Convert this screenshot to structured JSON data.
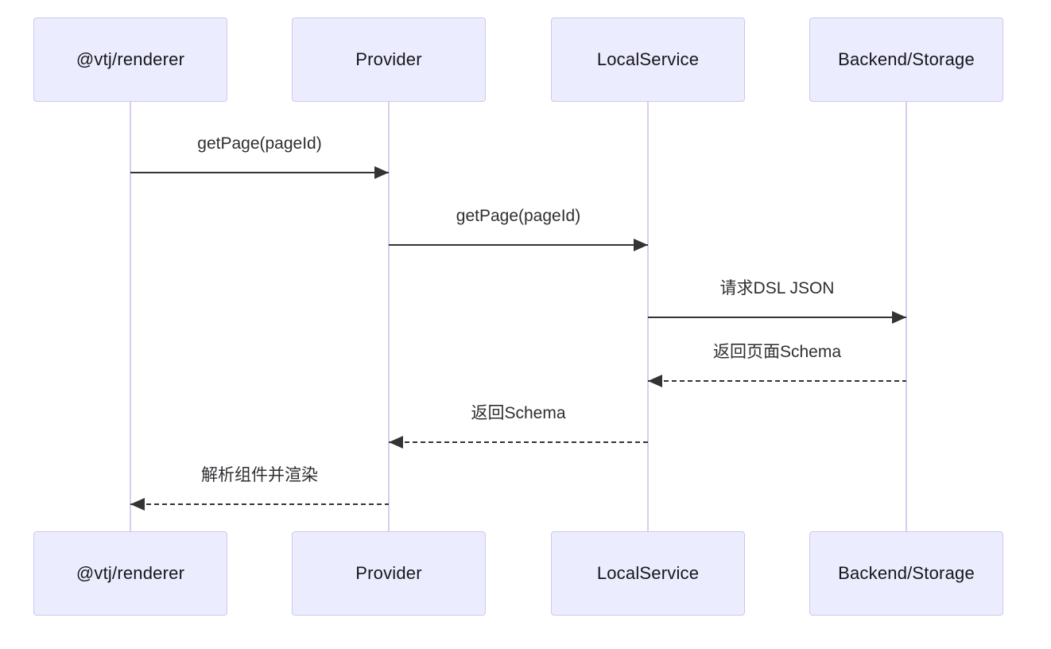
{
  "diagram": {
    "type": "sequence-diagram",
    "actors": [
      {
        "name": "@vtj/renderer"
      },
      {
        "name": "Provider"
      },
      {
        "name": "LocalService"
      },
      {
        "name": "Backend/Storage"
      }
    ],
    "messages": [
      {
        "from": "@vtj/renderer",
        "to": "Provider",
        "label": "getPage(pageId)",
        "style": "solid",
        "direction": "right"
      },
      {
        "from": "Provider",
        "to": "LocalService",
        "label": "getPage(pageId)",
        "style": "solid",
        "direction": "right"
      },
      {
        "from": "LocalService",
        "to": "Backend/Storage",
        "label": "请求DSL JSON",
        "style": "solid",
        "direction": "right"
      },
      {
        "from": "Backend/Storage",
        "to": "LocalService",
        "label": "返回页面Schema",
        "style": "dashed",
        "direction": "left"
      },
      {
        "from": "LocalService",
        "to": "Provider",
        "label": "返回Schema",
        "style": "dashed",
        "direction": "left"
      },
      {
        "from": "Provider",
        "to": "@vtj/renderer",
        "label": "解析组件并渲染",
        "style": "dashed",
        "direction": "left"
      }
    ],
    "colors": {
      "actor_fill": "#ECECFF",
      "actor_border": "#CFC7EC",
      "lifeline": "#D8CEEC",
      "message_line": "#333333",
      "message_text": "#2F2F33",
      "actor_text": "#16161A",
      "background": "#FFFFFF"
    }
  }
}
